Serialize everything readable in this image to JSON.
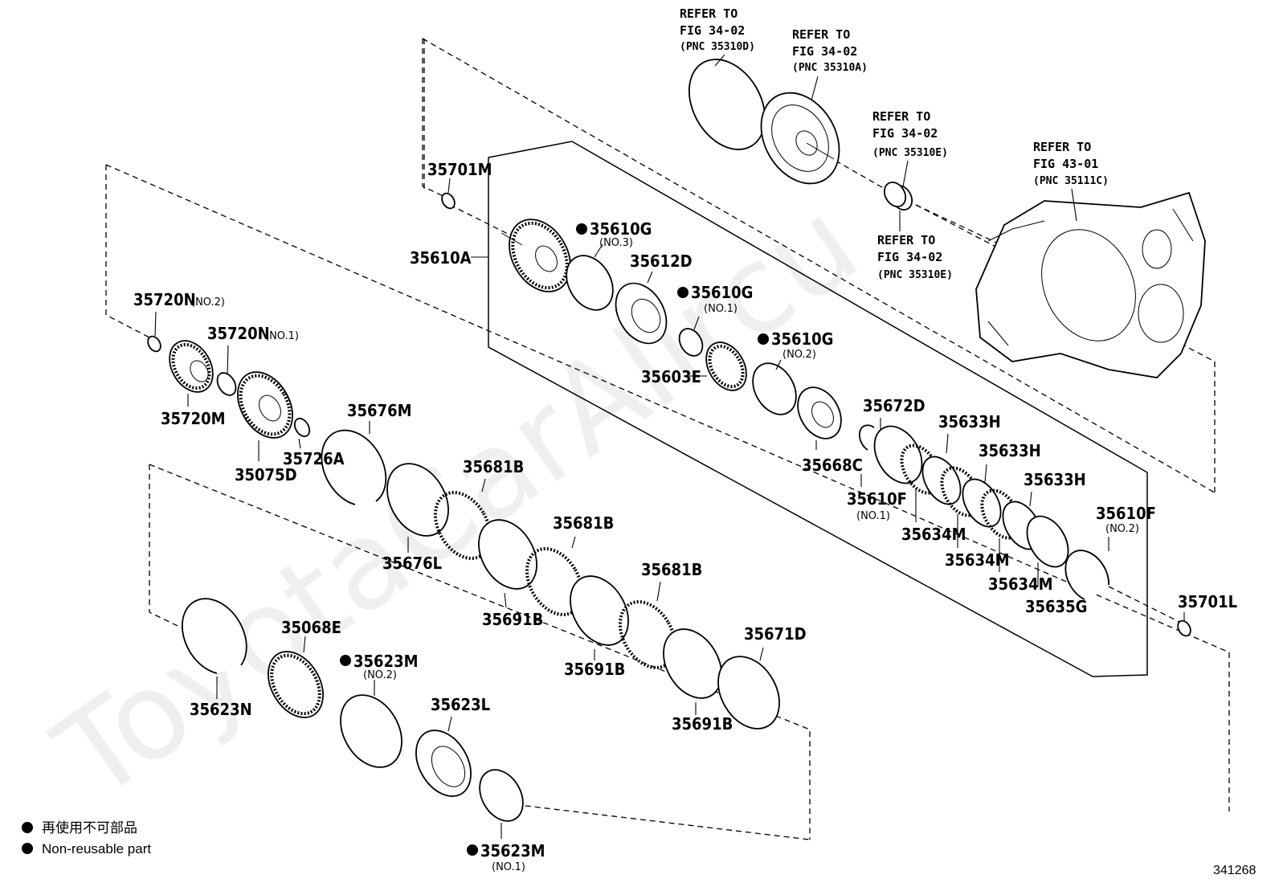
{
  "watermark": "ToyotaCarAllrcu",
  "figure_id": "341268",
  "legend": [
    {
      "text": "再使用不可部品"
    },
    {
      "text": "Non-reusable part"
    }
  ],
  "refers": [
    {
      "lines": [
        "REFER TO",
        "FIG 34-02",
        "(PNC 35310D)"
      ]
    },
    {
      "lines": [
        "REFER TO",
        "FIG 34-02",
        "(PNC 35310A)"
      ]
    },
    {
      "lines": [
        "REFER TO",
        "FIG 34-02",
        "(PNC 35310E)"
      ]
    },
    {
      "lines": [
        "REFER TO",
        "FIG 43-01",
        "(PNC 35111C)"
      ]
    },
    {
      "lines": [
        "REFER TO",
        "FIG 34-02",
        "(PNC 35310E)"
      ]
    }
  ],
  "parts": [
    {
      "code": "35701M",
      "sub": "",
      "nonreusable": false
    },
    {
      "code": "35610A",
      "sub": "",
      "nonreusable": false
    },
    {
      "code": "35610G",
      "sub": "(NO.3)",
      "nonreusable": true
    },
    {
      "code": "35612D",
      "sub": "",
      "nonreusable": false
    },
    {
      "code": "35610G",
      "sub": "(NO.1)",
      "nonreusable": true
    },
    {
      "code": "35610G",
      "sub": "(NO.2)",
      "nonreusable": true
    },
    {
      "code": "35603E",
      "sub": "",
      "nonreusable": false
    },
    {
      "code": "35668C",
      "sub": "",
      "nonreusable": false
    },
    {
      "code": "35672D",
      "sub": "",
      "nonreusable": false
    },
    {
      "code": "35610F",
      "sub": "(NO.1)",
      "nonreusable": false
    },
    {
      "code": "35633H",
      "sub": "",
      "nonreusable": false
    },
    {
      "code": "35633H",
      "sub": "",
      "nonreusable": false
    },
    {
      "code": "35633H",
      "sub": "",
      "nonreusable": false
    },
    {
      "code": "35634M",
      "sub": "",
      "nonreusable": false
    },
    {
      "code": "35634M",
      "sub": "",
      "nonreusable": false
    },
    {
      "code": "35634M",
      "sub": "",
      "nonreusable": false
    },
    {
      "code": "35635G",
      "sub": "",
      "nonreusable": false
    },
    {
      "code": "35610F",
      "sub": "(NO.2)",
      "nonreusable": false
    },
    {
      "code": "35701L",
      "sub": "",
      "nonreusable": false
    },
    {
      "code": "35720N",
      "sub": "(NO.2)",
      "nonreusable": false
    },
    {
      "code": "35720N",
      "sub": "(NO.1)",
      "nonreusable": false
    },
    {
      "code": "35720M",
      "sub": "",
      "nonreusable": false
    },
    {
      "code": "35075D",
      "sub": "",
      "nonreusable": false
    },
    {
      "code": "35726A",
      "sub": "",
      "nonreusable": false
    },
    {
      "code": "35676M",
      "sub": "",
      "nonreusable": false
    },
    {
      "code": "35676L",
      "sub": "",
      "nonreusable": false
    },
    {
      "code": "35681B",
      "sub": "",
      "nonreusable": false
    },
    {
      "code": "35681B",
      "sub": "",
      "nonreusable": false
    },
    {
      "code": "35681B",
      "sub": "",
      "nonreusable": false
    },
    {
      "code": "35691B",
      "sub": "",
      "nonreusable": false
    },
    {
      "code": "35691B",
      "sub": "",
      "nonreusable": false
    },
    {
      "code": "35691B",
      "sub": "",
      "nonreusable": false
    },
    {
      "code": "35671D",
      "sub": "",
      "nonreusable": false
    },
    {
      "code": "35068E",
      "sub": "",
      "nonreusable": false
    },
    {
      "code": "35623M",
      "sub": "(NO.2)",
      "nonreusable": true
    },
    {
      "code": "35623L",
      "sub": "",
      "nonreusable": false
    },
    {
      "code": "35623M",
      "sub": "(NO.1)",
      "nonreusable": true
    },
    {
      "code": "35623N",
      "sub": "",
      "nonreusable": false
    }
  ]
}
